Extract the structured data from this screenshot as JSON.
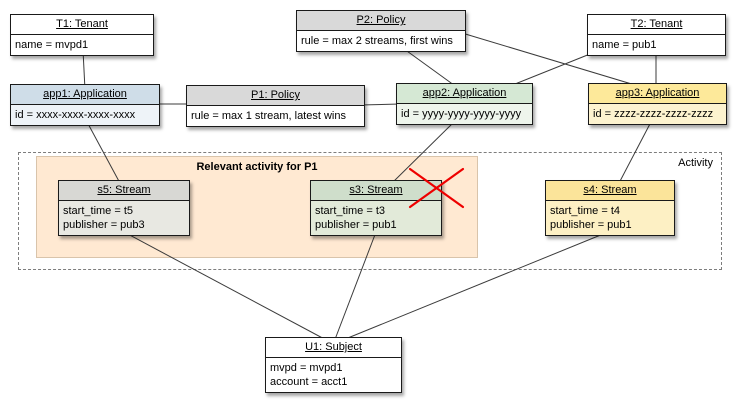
{
  "labels": {
    "activity": "Activity",
    "relevant_region": "Relevant activity for P1"
  },
  "nodes": {
    "t1": {
      "title": "T1: Tenant",
      "body": [
        "name = mvpd1"
      ]
    },
    "p2": {
      "title": "P2: Policy",
      "body": [
        "rule = max 2 streams, first wins"
      ]
    },
    "t2": {
      "title": "T2: Tenant",
      "body": [
        "name = pub1"
      ]
    },
    "app1": {
      "title": "app1: Application",
      "body": [
        "id = xxxx-xxxx-xxxx-xxxx"
      ]
    },
    "p1": {
      "title": "P1: Policy",
      "body": [
        "rule = max 1 stream, latest wins"
      ]
    },
    "app2": {
      "title": "app2: Application",
      "body": [
        "id = yyyy-yyyy-yyyy-yyyy"
      ]
    },
    "app3": {
      "title": "app3: Application",
      "body": [
        "id = zzzz-zzzz-zzzz-zzzz"
      ]
    },
    "s5": {
      "title": "s5: Stream",
      "body": [
        "start_time = t5",
        "publisher = pub3"
      ]
    },
    "s3": {
      "title": "s3: Stream",
      "body": [
        "start_time = t3",
        "publisher = pub1"
      ]
    },
    "s4": {
      "title": "s4: Stream",
      "body": [
        "start_time = t4",
        "publisher = pub1"
      ]
    },
    "u1": {
      "title": "U1: Subject",
      "body": [
        "mvpd = mvpd1",
        "account = acct1"
      ]
    }
  },
  "edges": [
    {
      "from": "T1",
      "to": "app1"
    },
    {
      "from": "app1",
      "to": "P1"
    },
    {
      "from": "P1",
      "to": "app2"
    },
    {
      "from": "P2",
      "to": "app2"
    },
    {
      "from": "P2",
      "to": "app3"
    },
    {
      "from": "T2",
      "to": "app2"
    },
    {
      "from": "T2",
      "to": "app3"
    },
    {
      "from": "app1",
      "to": "s5"
    },
    {
      "from": "app2",
      "to": "s3"
    },
    {
      "from": "app3",
      "to": "s4"
    },
    {
      "from": "s5",
      "to": "U1"
    },
    {
      "from": "s3",
      "to": "U1"
    },
    {
      "from": "s4",
      "to": "U1"
    }
  ],
  "annotations": {
    "crossed_out_node": "s3"
  },
  "colors": {
    "policy_header": "#d9d9d9",
    "app1_header": "#cfdde8",
    "app2_header": "#d5e8d4",
    "app3_header": "#fde99a",
    "stream_gray_header": "#d8d8d4",
    "relevant_region_bg": "#ffe9d2",
    "cross": "#ee0000",
    "edge": "#3b3b3b"
  }
}
